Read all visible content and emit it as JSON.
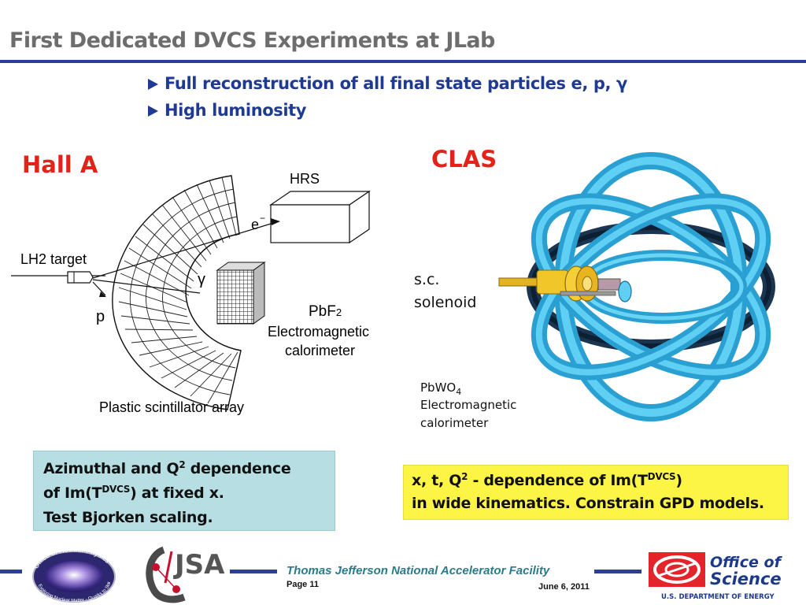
{
  "slide": {
    "title": "First Dedicated DVCS Experiments at JLab",
    "bullets": [
      "Full reconstruction of all final state particles e, p, γ",
      "High luminosity"
    ]
  },
  "hall_a": {
    "heading": "Hall A",
    "labels": {
      "hrs": "HRS",
      "electron": "e",
      "electron_sup": "−",
      "target": "LH2 target",
      "gamma": "γ",
      "proton": "p",
      "pbf_main": "PbF",
      "pbf_sub": "2",
      "calorimeter_line1": "Electromagnetic",
      "calorimeter_line2": "calorimeter",
      "scintillator": "Plastic scintillator array"
    }
  },
  "clas": {
    "heading": "CLAS",
    "solenoid_line1": "s.c.",
    "solenoid_line2": "solenoid",
    "pbwo_main": "PbWO",
    "pbwo_sub": "4",
    "calorimeter_line1": "Electromagnetic",
    "calorimeter_line2": "calorimeter"
  },
  "boxes": {
    "left": {
      "l1a": "Azimuthal and Q",
      "l1sup": "2",
      "l1b": " dependence",
      "l2a": "of Im(T",
      "l2sup": "DVCS",
      "l2b": ") at fixed x.",
      "l3": "Test Bjorken scaling."
    },
    "right": {
      "l1a": "x, t, Q",
      "l1sup": "2",
      "l1b": " - dependence of Im(T",
      "l1sup2": "DVCS",
      "l1c": ")",
      "l2": "in wide kinematics. Constrain GPD models."
    }
  },
  "footer": {
    "org": "Thomas Jefferson National Accelerator Facility",
    "page": "Page 11",
    "date": "June 6, 2011",
    "logo_onp_top": "Office of Nuclear Physics",
    "logo_onp_bottom": "Exploring Nuclear Matter - Quarks to Stars",
    "logo_jsa": "JSA",
    "logo_doe_line1": "Office of",
    "logo_doe_line2": "Science",
    "logo_doe_line3": "U.S. DEPARTMENT OF ENERGY"
  },
  "colors": {
    "accent_blue": "#2c3f98",
    "heading_red": "#e2231a",
    "box_blue": "#b7dfe3",
    "box_yellow": "#fdf545",
    "clas_cyan": "#35b4e4"
  }
}
